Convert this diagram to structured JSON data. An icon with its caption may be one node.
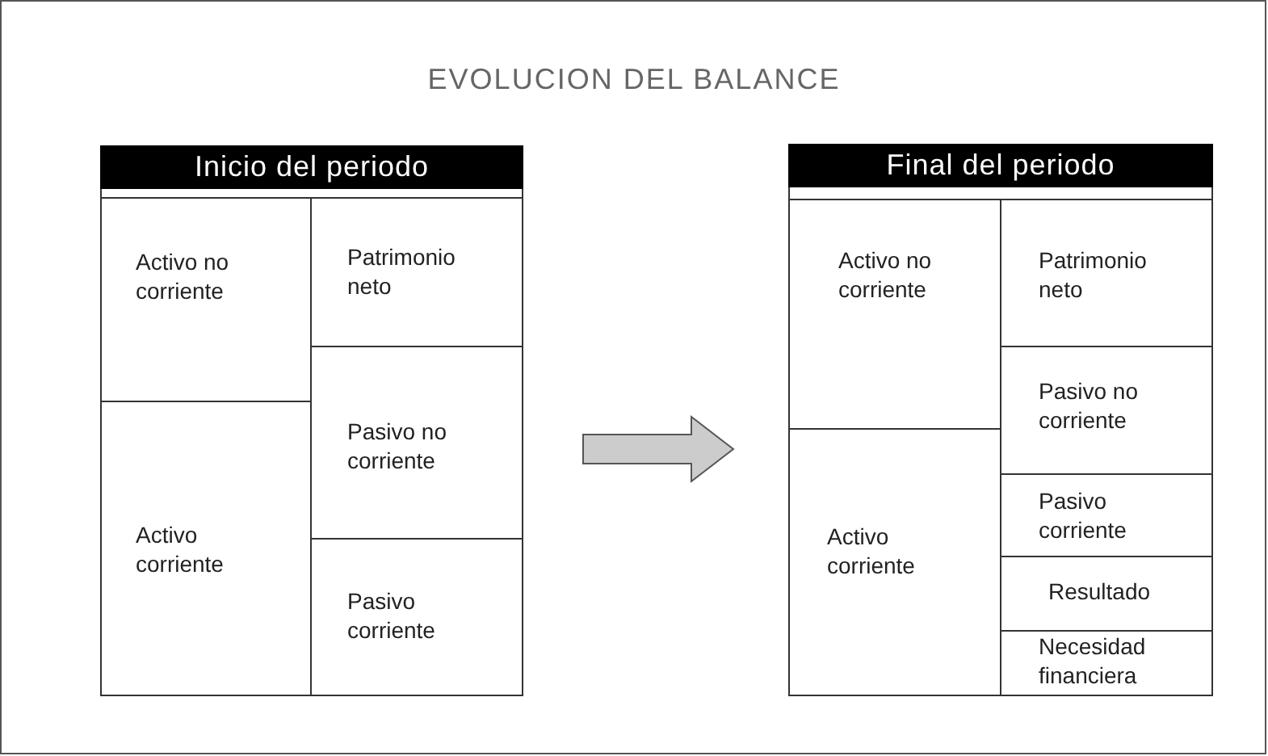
{
  "diagram": {
    "title": "EVOLUCION DEL BALANCE",
    "nodes": [
      {
        "text": [
          "Inicio del periodo"
        ]
      },
      {
        "text": [
          "Activo no corriente"
        ],
        "in": 0
      },
      {
        "text": [
          "Patrimonio neto"
        ],
        "in": 0
      },
      {
        "text": [
          "Pasivo no corriente"
        ],
        "in": 0
      },
      {
        "text": [
          "Activo corriente"
        ],
        "in": 0
      },
      {
        "text": [
          "Pasivo corriente"
        ],
        "in": 0
      },
      {
        "text": [
          "Final del periodo"
        ]
      },
      {
        "text": [
          "Activo no corriente"
        ],
        "in": 6
      },
      {
        "text": [
          "Patrimonio neto"
        ],
        "in": 6
      },
      {
        "text": [
          "Pasivo no corriente"
        ],
        "in": 6
      },
      {
        "text": [
          "Pasivo corriente"
        ],
        "in": 6
      },
      {
        "text": [
          "Activo corriente"
        ],
        "in": 6
      },
      {
        "text": [
          "Resultado"
        ],
        "in": 6
      },
      {
        "text": [
          "Necesidad financiera"
        ],
        "in": 6
      }
    ],
    "edges": [
      {
        "from": 0,
        "to": 6,
        "arrow": "to",
        "style": "thick"
      }
    ]
  }
}
